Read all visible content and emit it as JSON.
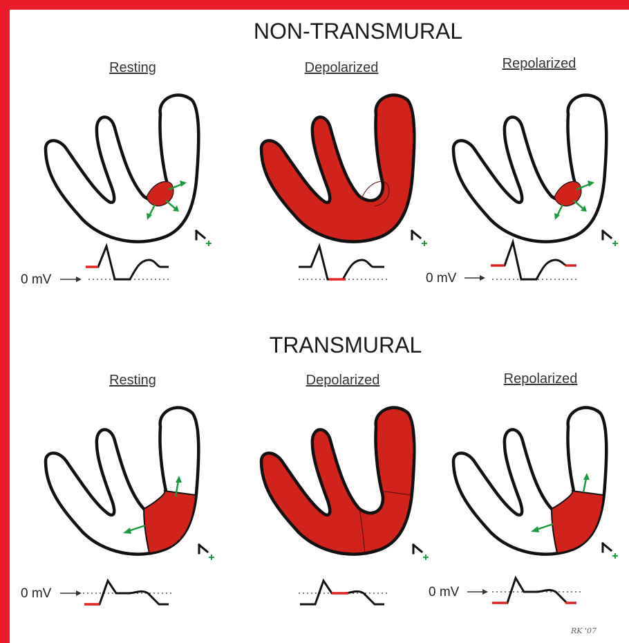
{
  "sections": [
    {
      "title": "NON-TRANSMURAL",
      "panels": [
        {
          "label": "Resting",
          "baseline_label": "0 mV"
        },
        {
          "label": "Depolarized"
        },
        {
          "label": "Repolarized",
          "baseline_label": "0 mV"
        }
      ]
    },
    {
      "title": "TRANSMURAL",
      "panels": [
        {
          "label": "Resting",
          "baseline_label": "0 mV"
        },
        {
          "label": "Depolarized"
        },
        {
          "label": "Repolarized",
          "baseline_label": "0 mV"
        }
      ]
    }
  ],
  "signature": "RK '07",
  "colors": {
    "frame": "#ea1c2a",
    "myocardium_injury": "#d2221c",
    "current_arrows": "#1b9a3f",
    "ecg_highlight": "#e32222"
  }
}
